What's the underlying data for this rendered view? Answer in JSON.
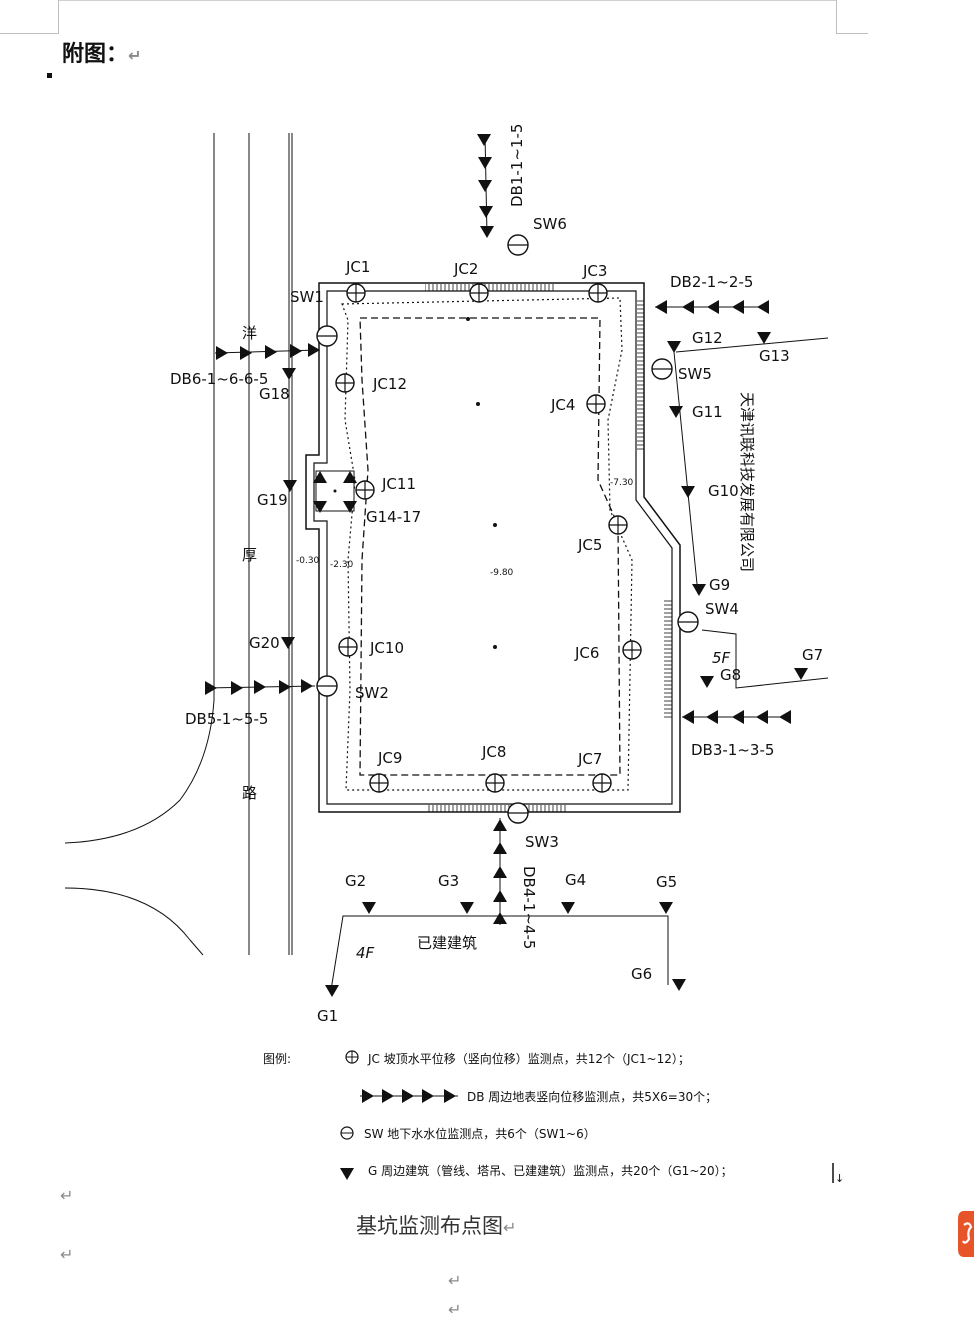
{
  "document": {
    "appendix_label": "附图：",
    "caption": "基坑监测布点图",
    "paragraph_mark": "↵",
    "end_mark": "↓"
  },
  "site_plan": {
    "road_label_chars": [
      "洋",
      "厚",
      "路"
    ],
    "company_label": "天津讯联科技发展有限公司",
    "existing_building_label": "已建建筑",
    "floor_label_4f": "4F",
    "floor_label_5f": "5F",
    "monitoring_points": {
      "jc": [
        "JC1",
        "JC2",
        "JC3",
        "JC4",
        "JC5",
        "JC6",
        "JC7",
        "JC8",
        "JC9",
        "JC10",
        "JC11",
        "JC12"
      ],
      "sw": [
        "SW1",
        "SW2",
        "SW3",
        "SW4",
        "SW5",
        "SW6"
      ],
      "g": [
        "G1",
        "G2",
        "G3",
        "G4",
        "G5",
        "G6",
        "G7",
        "G8",
        "G9",
        "G10",
        "G11",
        "G12",
        "G13",
        "G14-17",
        "G18",
        "G19",
        "G20"
      ],
      "db": [
        "DB1-1~1-5",
        "DB2-1~2-5",
        "DB3-1~3-5",
        "DB4-1~4-5",
        "DB5-1~5-5",
        "DB6-1~6-6-5"
      ]
    }
  },
  "legend": {
    "title": "图例:",
    "items": [
      {
        "symbol": "jc-crosshair",
        "text": "JC 坡顶水平位移（竖向位移）监测点，共12个（JC1~12）；"
      },
      {
        "symbol": "db-arrow-chain",
        "text": "DB 周边地表竖向位移监测点，共5X6=30个；"
      },
      {
        "symbol": "sw-circle",
        "text": "SW 地下水水位监测点，共6个（SW1~6）"
      },
      {
        "symbol": "g-triangle",
        "text": "G 周边建筑（管线、塔吊、已建建筑）监测点，共20个（G1~20）；"
      }
    ]
  },
  "colors": {
    "line": "#111111",
    "accent_tab": "#e8542a",
    "paragraph_mark": "#8a8a8a"
  }
}
